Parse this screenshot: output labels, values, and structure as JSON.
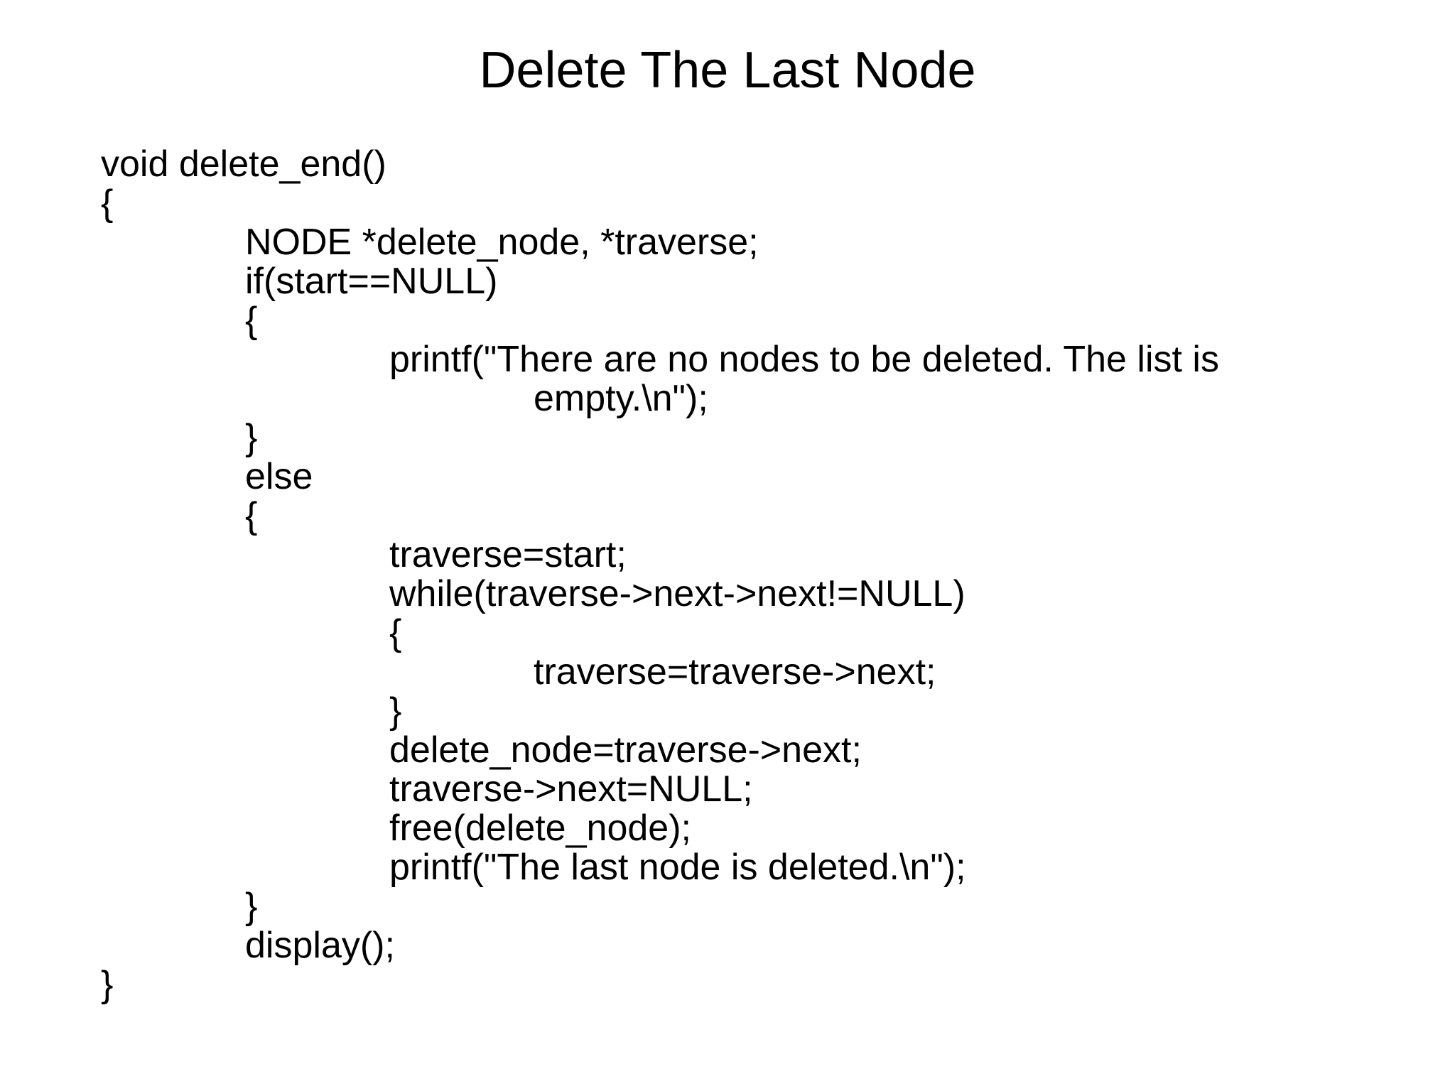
{
  "slide": {
    "title": "Delete The Last Node",
    "background_color": "#ffffff",
    "text_color": "#000000"
  },
  "code": {
    "language": "c",
    "lines": [
      "void delete_end()",
      "{",
      "\tNODE *delete_node, *traverse;",
      "\tif(start==NULL)",
      "\t{",
      "\t\tprintf(\"There are no nodes to be deleted. The list is",
      "\t\t\tempty.\\n\");",
      "\t}",
      "\telse",
      "\t{",
      "\t\ttraverse=start;",
      "\t\twhile(traverse->next->next!=NULL)",
      "\t\t{",
      "\t\t\ttraverse=traverse->next;",
      "\t\t}",
      "\t\tdelete_node=traverse->next;",
      "\t\ttraverse->next=NULL;",
      "\t\tfree(delete_node);",
      "\t\tprintf(\"The last node is deleted.\\n\");",
      "\t}",
      "\tdisplay();",
      "}"
    ]
  }
}
